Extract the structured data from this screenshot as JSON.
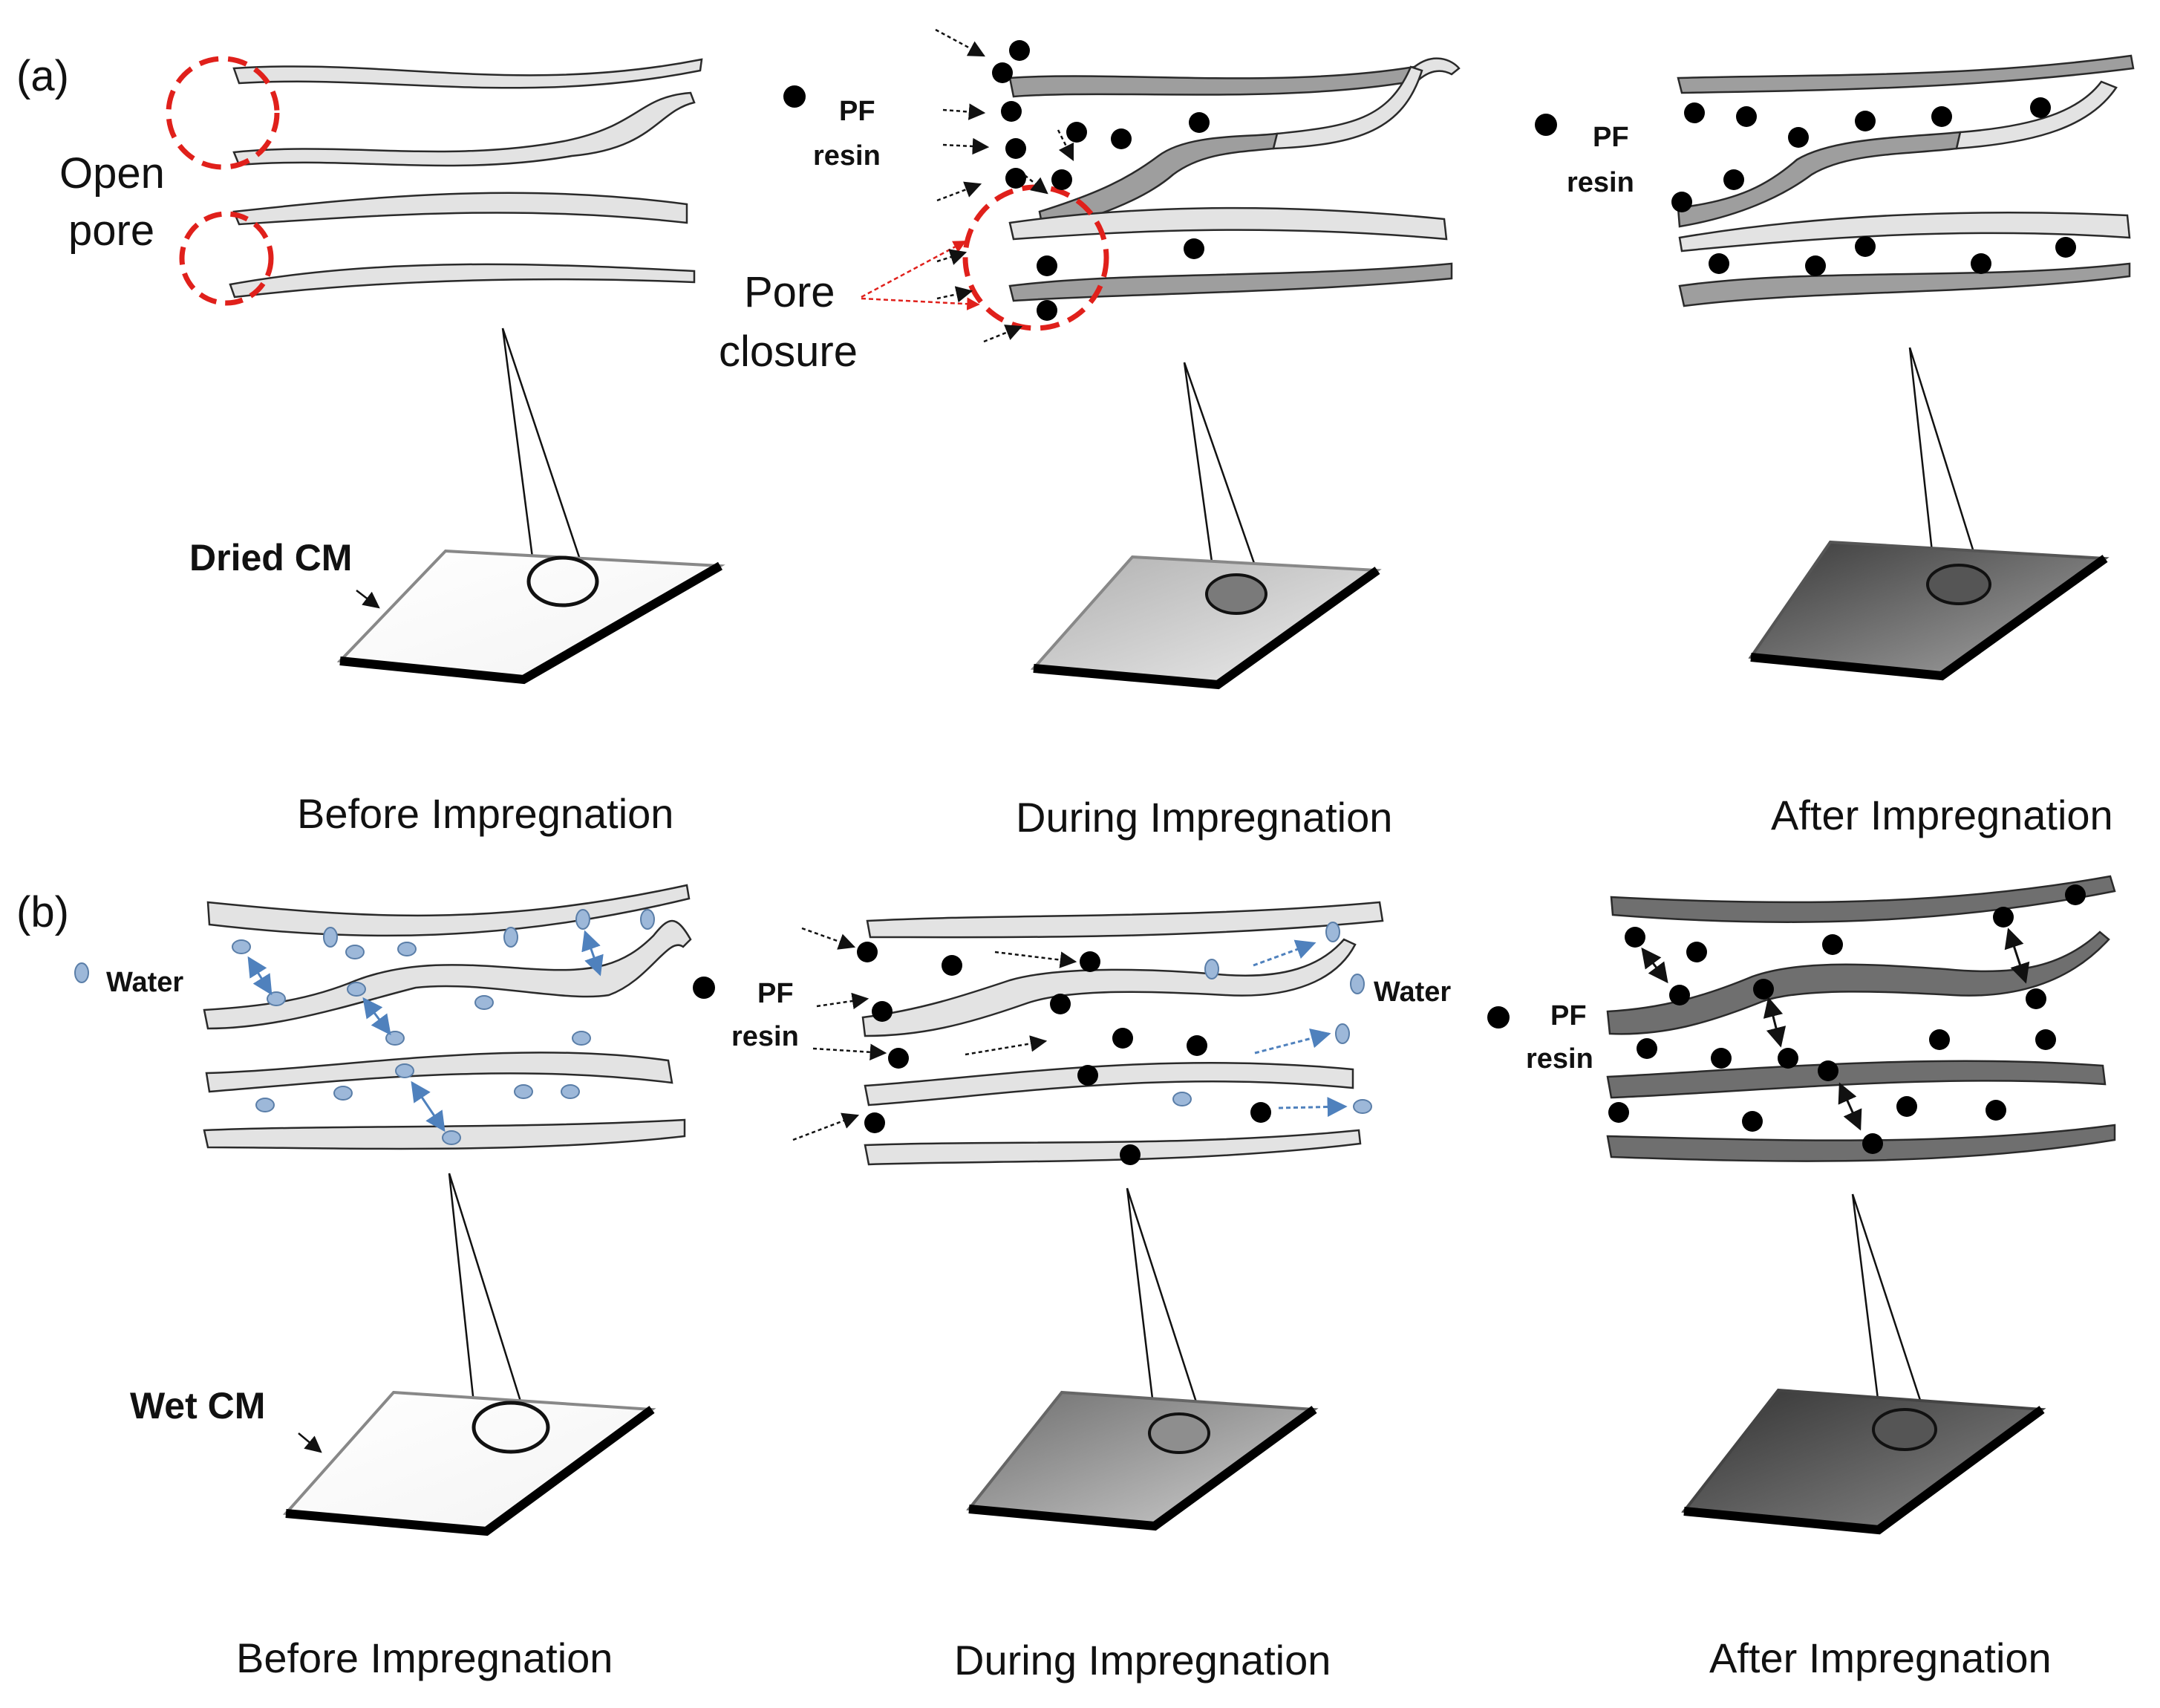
{
  "panel_a": {
    "tag": "(a)",
    "open_pore_line1": "Open",
    "open_pore_line2": "pore",
    "pf_resin_1_line1": "PF",
    "pf_resin_1_line2": "resin",
    "pore_closure_line1": "Pore",
    "pore_closure_line2": "closure",
    "pf_resin_2_line1": "PF",
    "pf_resin_2_line2": "resin",
    "sample_label": "Dried CM",
    "caption_before": "Before Impregnation",
    "caption_during": "During Impregnation",
    "caption_after": "After Impregnation"
  },
  "panel_b": {
    "tag": "(b)",
    "water_1": "Water",
    "pf_resin_1_line1": "PF",
    "pf_resin_1_line2": "resin",
    "water_2": "Water",
    "pf_resin_2_line1": "PF",
    "pf_resin_2_line2": "resin",
    "sample_label": "Wet CM",
    "caption_before": "Before Impregnation",
    "caption_during": "During Impregnation",
    "caption_after": "After Impregnation"
  },
  "colors": {
    "pore_circle": "#e0201b",
    "water_droplet": "#9db8d9",
    "water_arrow": "#4f81bd",
    "resin_dot": "#000000"
  }
}
